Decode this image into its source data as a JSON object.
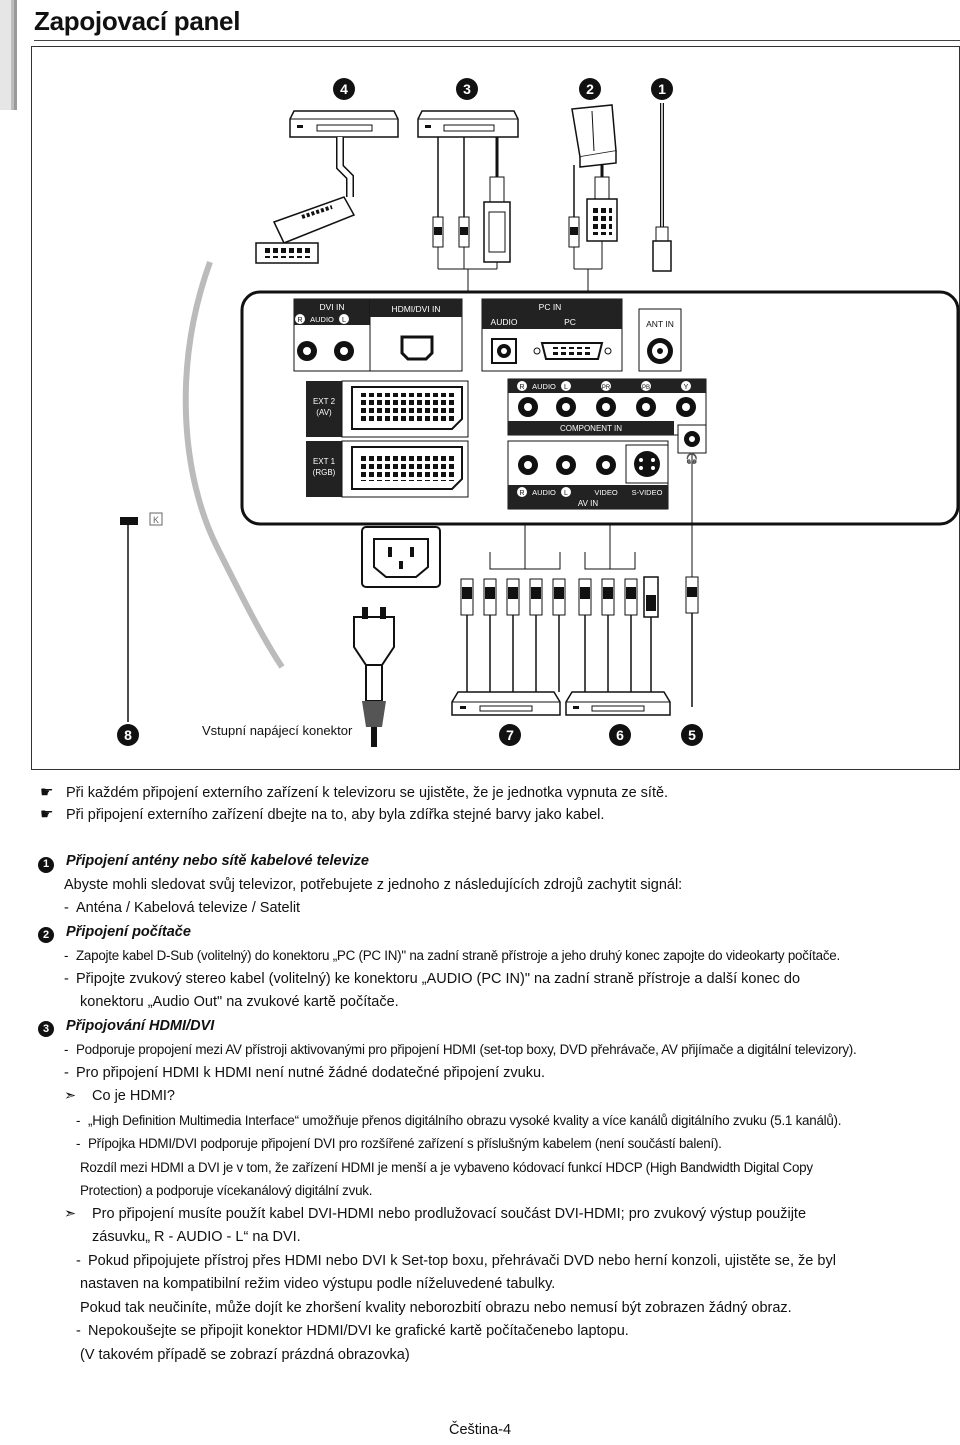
{
  "page": {
    "title": "Zapojovací panel",
    "footer": "Čeština-4"
  },
  "diagram": {
    "callouts": [
      "4",
      "3",
      "2",
      "1",
      "8",
      "7",
      "6",
      "5"
    ],
    "panel_labels": {
      "dvi_in": "DVI IN",
      "r": "R",
      "audio": "AUDIO",
      "l": "L",
      "hdmi_dvi_in": "HDMI/DVI IN",
      "pc_in": "PC IN",
      "audio2": "AUDIO",
      "pc": "PC",
      "ant_in": "ANT IN",
      "ext2": "EXT 2",
      "ext2_sub": "(AV)",
      "ext1": "EXT 1",
      "ext1_sub": "(RGB)",
      "pr": "PR",
      "pb": "PB",
      "y": "Y",
      "component_in": "COMPONENT IN",
      "video": "VIDEO",
      "svideo": "S-VIDEO",
      "av_in": "AV IN",
      "power_label": "Vstupní napájecí konektor"
    }
  },
  "notes": [
    {
      "icon": "☛",
      "text": "Při každém připojení externího zařízení k televizoru se ujistěte, že je jednotka vypnuta ze sítě."
    },
    {
      "icon": "☛",
      "text": "Při připojení externího zařízení dbejte na to, aby byla zdířka stejné barvy jako kabel."
    }
  ],
  "sections": [
    {
      "number": "1",
      "title": "Připojení antény nebo sítě kabelové televize",
      "intro": "Abyste mohli sledovat svůj televizor, potřebujete z jednoho z následujících zdrojů zachytit signál:",
      "items": [
        "Anténa / Kabelová televize / Satelit"
      ]
    },
    {
      "number": "2",
      "title": "Připojení počítače",
      "items": [
        "Zapojte kabel D-Sub (volitelný) do konektoru „PC (PC IN)\" na zadní straně přístroje a jeho druhý konec zapojte do videokarty počítače.",
        "Připojte zvukový stereo kabel (volitelný) ke konektoru „AUDIO (PC IN)\" na zadní straně přístroje a další konec do",
        "konektoru „Audio Out\" na zvukové kartě počítače."
      ]
    },
    {
      "number": "3",
      "title": "Připojování HDMI/DVI",
      "lines": [
        "Podporuje propojení mezi AV přístroji aktivovanými pro připojení HDMI (set-top boxy, DVD přehrávače, AV přijímače a digitální televizory).",
        "Pro připojení HDMI k HDMI není nutné žádné dodatečné připojení zvuku.",
        "Co je HDMI?",
        "„High Definition Multimedia Interface“ umožňuje přenos digitálního obrazu vysoké kvality a více kanálů digitálního zvuku (5.1 kanálů).",
        "Přípojka HDMI/DVI podporuje připojení DVI pro rozšířené zařízení s příslušným kabelem (není součástí balení).",
        "Rozdíl mezi HDMI a DVI je v tom, že zařízení HDMI je menší a je vybaveno kódovací funkcí HDCP (High Bandwidth Digital Copy",
        "Protection) a podporuje vícekanálový digitální zvuk.",
        "Pro připojení musíte použít kabel DVI-HDMI nebo prodlužovací součást DVI-HDMI; pro zvukový výstup použijte",
        "zásuvku„ R - AUDIO - L“ na DVI.",
        "Pokud připojujete přístroj přes HDMI nebo DVI k Set-top boxu, přehrávači DVD nebo herní konzoli, ujistěte se, že byl",
        "nastaven na kompatibilní režim video výstupu podle níželuvedené tabulky.",
        "Pokud tak neučiníte, může dojít ke zhoršení kvality neborozbití obrazu nebo nemusí být zobrazen žádný obraz.",
        "Nepokoušejte se připojit konektor HDMI/DVI ke grafické kartě počítačenebo laptopu.",
        "(V takovém případě se zobrazí prázdná obrazovka)"
      ]
    }
  ],
  "symbols": {
    "dash": "-",
    "arrow": "➣"
  }
}
